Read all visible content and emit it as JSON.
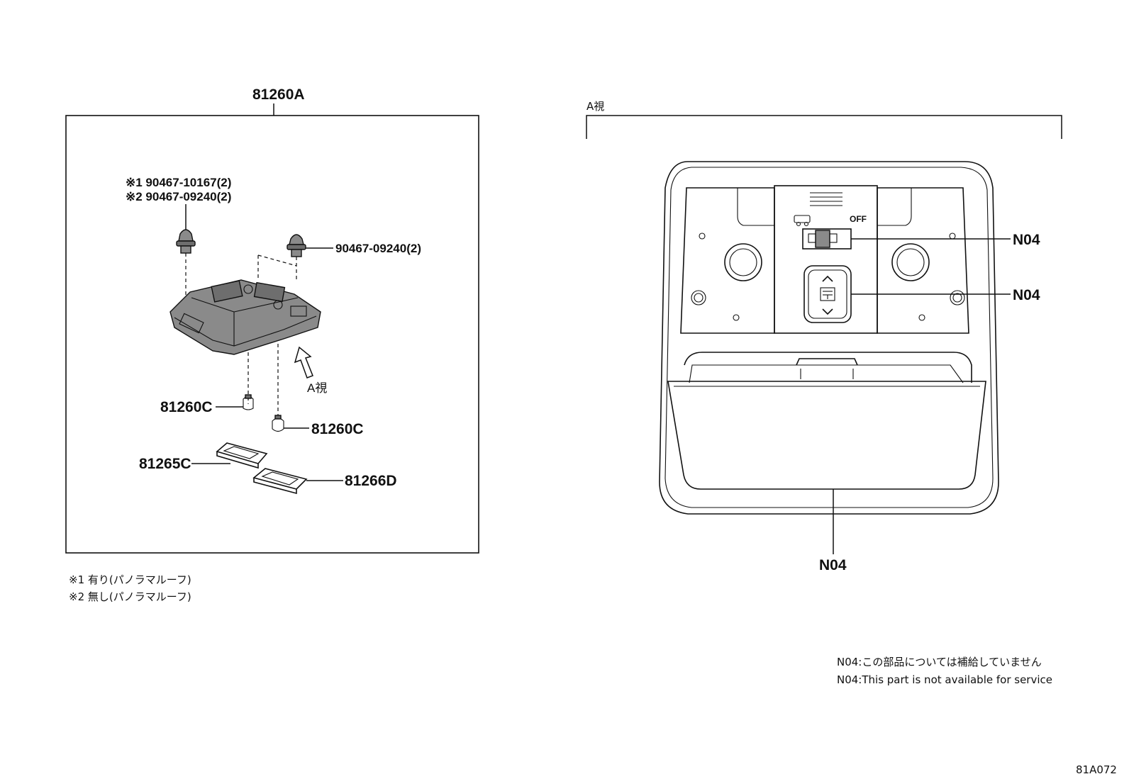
{
  "left_group": {
    "assembly_label": "81260A",
    "fastener_note_1": "※1 90467-10167(2)",
    "fastener_note_2": "※2 90467-09240(2)",
    "clip_label": "90467-09240(2)",
    "view_arrow_label": "A視",
    "bulb_left_label": "81260C",
    "bulb_right_label": "81260C",
    "lens_left_label": "81265C",
    "lens_right_label": "81266D"
  },
  "footnotes": [
    "※1 有り(パノラマルーフ)",
    "※2 無し(パノラマルーフ)"
  ],
  "right_group": {
    "view_label": "A視",
    "switch_off_label": "OFF",
    "callout_top": "N04",
    "callout_middle": "N04",
    "callout_bottom": "N04"
  },
  "service_notes": [
    "N04:この部品については補給していません",
    "N04:This part is not available for service"
  ],
  "figure_code": "81A072"
}
